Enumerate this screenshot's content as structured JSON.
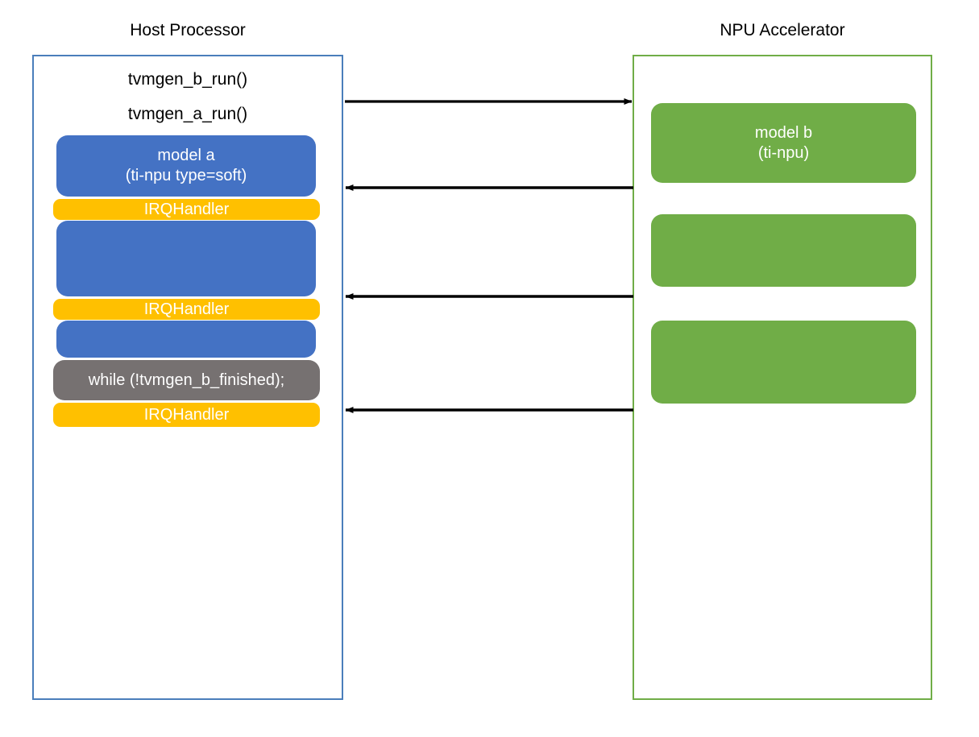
{
  "diagram": {
    "type": "sequence-swimlane",
    "columns": [
      {
        "id": "host",
        "title": "Host Processor",
        "border_color": "#4A7EBB"
      },
      {
        "id": "npu",
        "title": "NPU Accelerator",
        "border_color": "#70AD47"
      }
    ]
  },
  "host": {
    "title": "Host Processor",
    "code_labels": [
      {
        "text": "tvmgen_b_run()"
      },
      {
        "text": "tvmgen_a_run()"
      }
    ],
    "blocks": [
      {
        "kind": "model",
        "color": "#4472C4",
        "line1": "model a",
        "line2": "(ti-npu type=soft)"
      },
      {
        "kind": "irq",
        "color": "#FFC000",
        "line1": "IRQHandler",
        "line2": ""
      },
      {
        "kind": "work",
        "color": "#4472C4",
        "line1": "",
        "line2": ""
      },
      {
        "kind": "irq",
        "color": "#FFC000",
        "line1": "IRQHandler",
        "line2": ""
      },
      {
        "kind": "work",
        "color": "#4472C4",
        "line1": "",
        "line2": ""
      },
      {
        "kind": "wait",
        "color": "#767171",
        "line1": "while (!tvmgen_b_finished);",
        "line2": ""
      },
      {
        "kind": "irq",
        "color": "#FFC000",
        "line1": "IRQHandler",
        "line2": ""
      }
    ]
  },
  "npu": {
    "title": "NPU Accelerator",
    "blocks": [
      {
        "kind": "model",
        "color": "#70AD47",
        "line1": "model b",
        "line2": "(ti-npu)"
      },
      {
        "kind": "work",
        "color": "#70AD47",
        "line1": "",
        "line2": ""
      },
      {
        "kind": "work",
        "color": "#70AD47",
        "line1": "",
        "line2": ""
      }
    ]
  },
  "arrows": [
    {
      "id": "offload-b",
      "direction": "host-to-npu",
      "color": "#000000"
    },
    {
      "id": "irq-1",
      "direction": "npu-to-host",
      "color": "#000000"
    },
    {
      "id": "irq-2",
      "direction": "npu-to-host",
      "color": "#000000"
    },
    {
      "id": "irq-3",
      "direction": "npu-to-host",
      "color": "#000000"
    }
  ],
  "colors": {
    "host_border": "#4A7EBB",
    "npu_border": "#70AD47",
    "blue_block": "#4472C4",
    "green_block": "#70AD47",
    "orange_block": "#FFC000",
    "gray_block": "#767171",
    "arrow": "#000000",
    "background": "#FFFFFF"
  }
}
